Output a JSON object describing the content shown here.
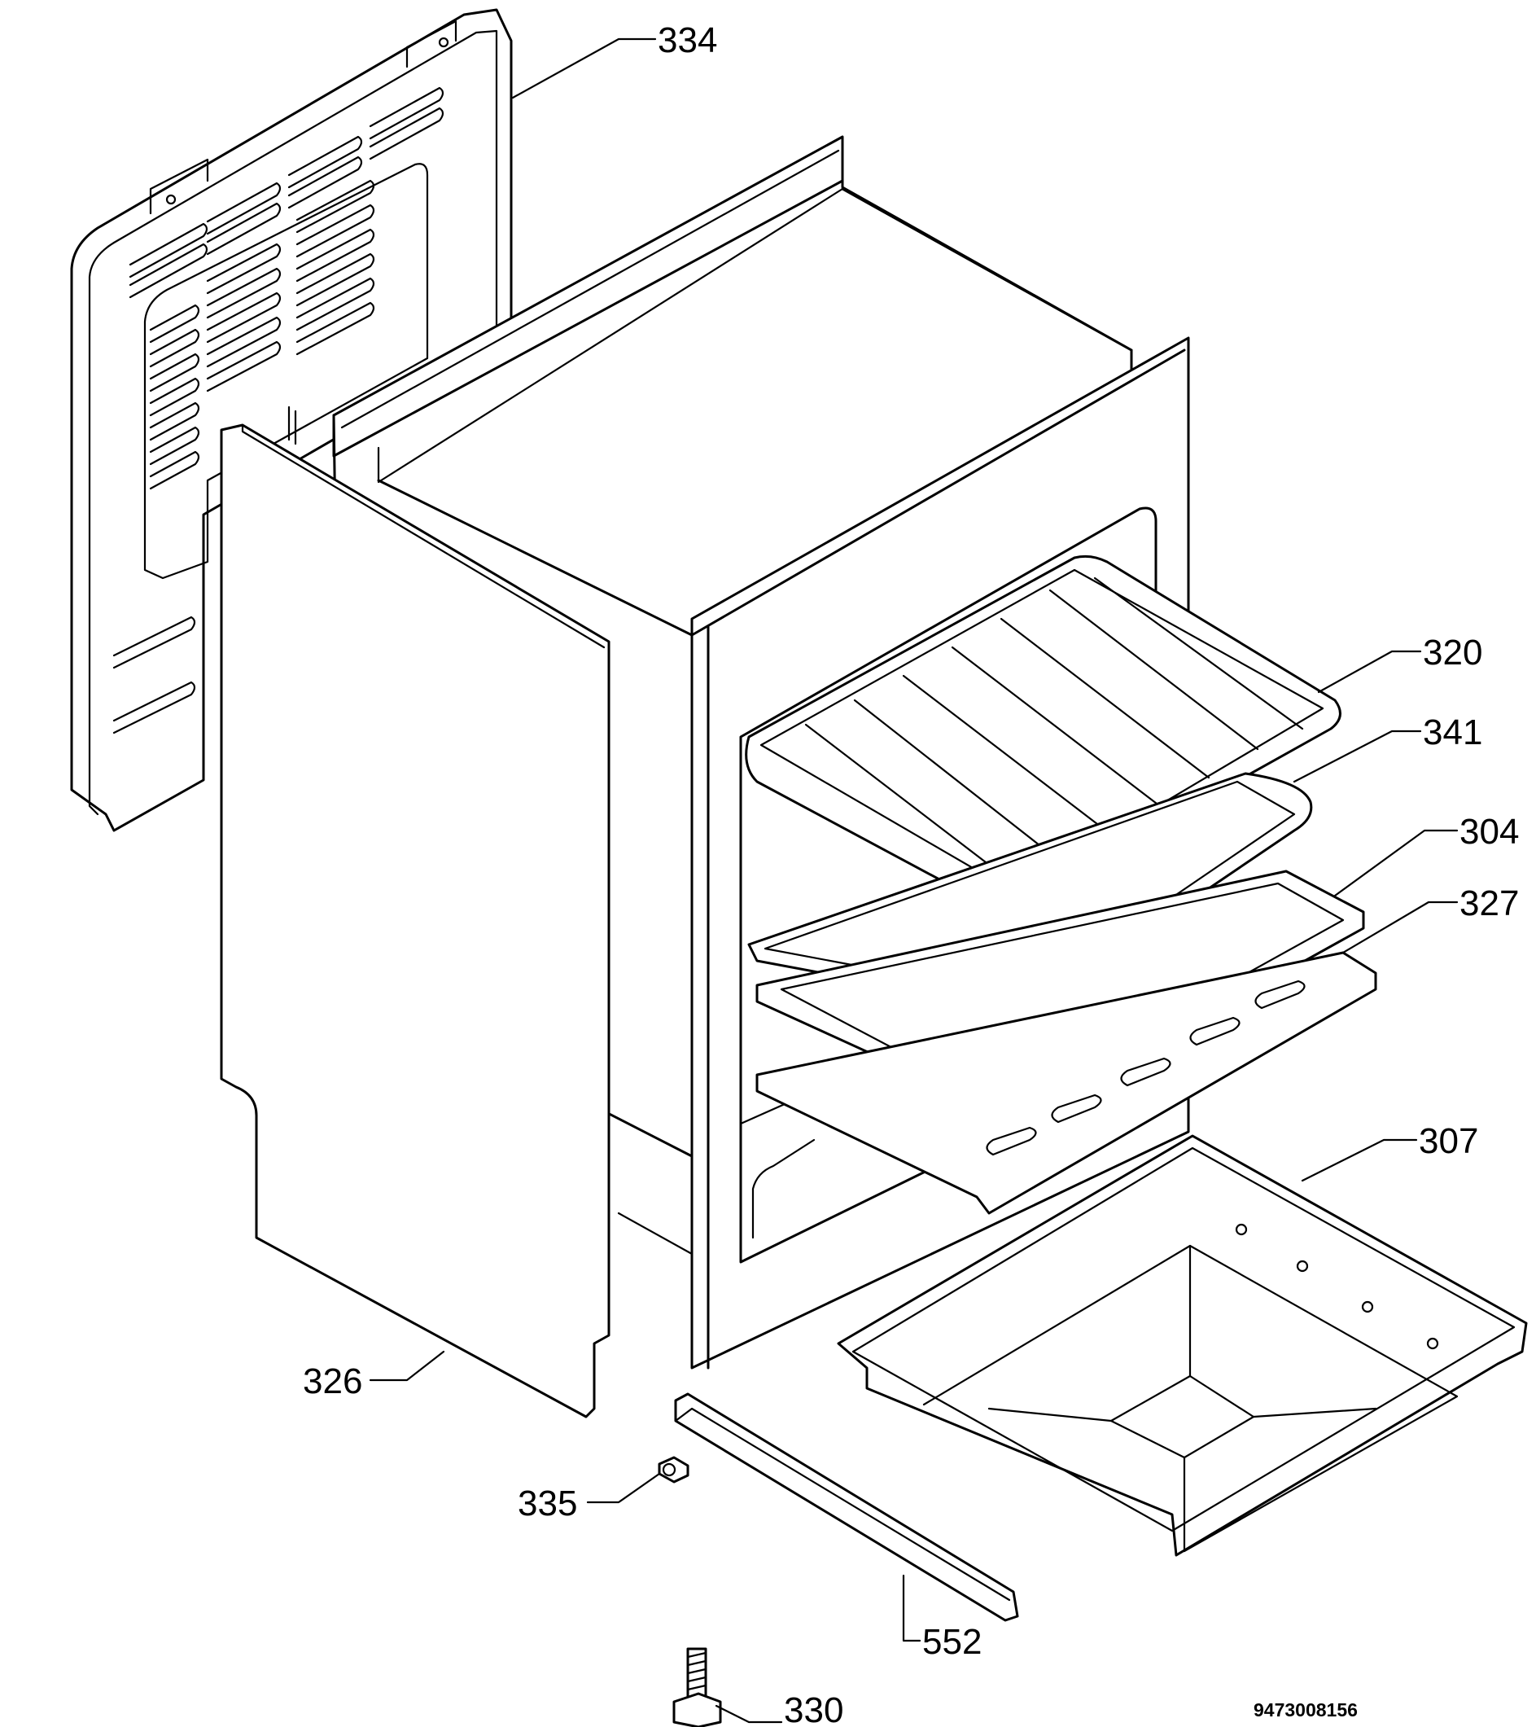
{
  "callouts": {
    "c334": "334",
    "c320": "320",
    "c341": "341",
    "c304": "304",
    "c327": "327",
    "c307": "307",
    "c326": "326",
    "c335": "335",
    "c552": "552",
    "c330": "330"
  },
  "document_number": "9473008156"
}
